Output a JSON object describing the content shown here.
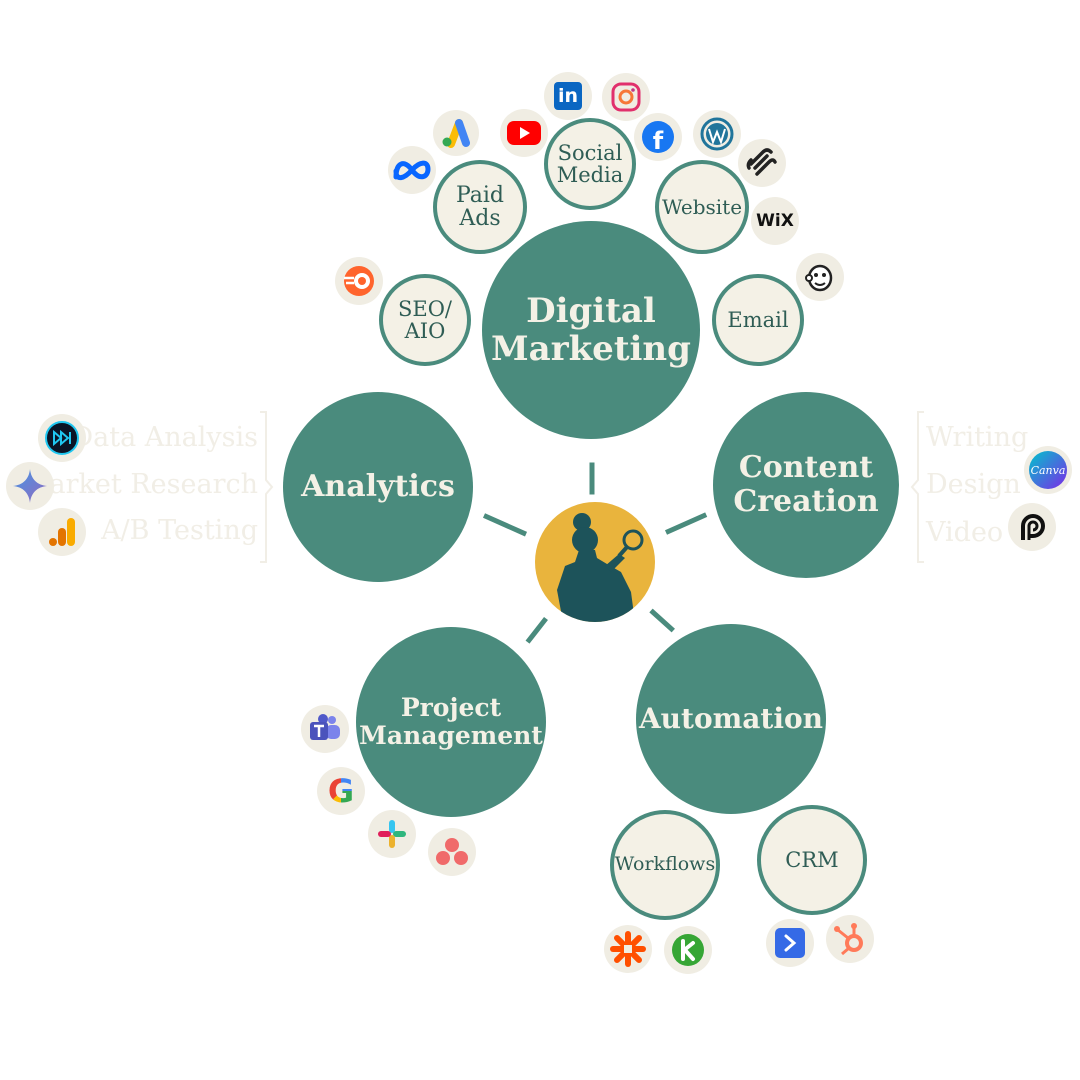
{
  "hub": {
    "center_icon": "woman-with-magnifying-glass-icon",
    "categories": {
      "digital_marketing": "Digital\nMarketing",
      "analytics": "Analytics",
      "content_creation": "Content\nCreation",
      "project_management": "Project\nManagement",
      "automation": "Automation"
    }
  },
  "digital_marketing": {
    "subtopics": {
      "seo": "SEO/\nAIO",
      "paid_ads": "Paid\nAds",
      "social_media": "Social\nMedia",
      "website": "Website",
      "email": "Email"
    },
    "logos": [
      "semrush-icon",
      "meta-icon",
      "google-ads-icon",
      "youtube-icon",
      "linkedin-icon",
      "instagram-icon",
      "facebook-icon",
      "wordpress-icon",
      "squarespace-icon",
      "wix-icon",
      "mailchimp-icon"
    ]
  },
  "analytics": {
    "items": [
      "Data Analysis",
      "Market Research",
      "A/B Testing"
    ],
    "logos": [
      "fast-forward-icon",
      "gemini-icon",
      "google-analytics-icon"
    ]
  },
  "content_creation": {
    "items": [
      "Writing",
      "Design",
      "Video"
    ],
    "logos": [
      "canva-icon",
      "loom-icon"
    ]
  },
  "project_management": {
    "logos": [
      "microsoft-teams-icon",
      "google-icon",
      "slack-icon",
      "asana-icon"
    ]
  },
  "automation": {
    "subtopics": {
      "workflows": "Workflows",
      "crm": "CRM"
    },
    "logos": [
      "zapier-icon",
      "keap-icon",
      "activecampaign-icon",
      "hubspot-icon"
    ]
  },
  "logo_text": {
    "linkedin": "in",
    "wix": "WiX",
    "canva": "Canva",
    "facebook": "f",
    "google": "G"
  },
  "colors": {
    "primary": "#4a8b7d",
    "cream": "#f4f1e6",
    "dark_text": "#2f5d55",
    "hub_gold": "#e9b43d",
    "silhouette": "#1d535a"
  }
}
